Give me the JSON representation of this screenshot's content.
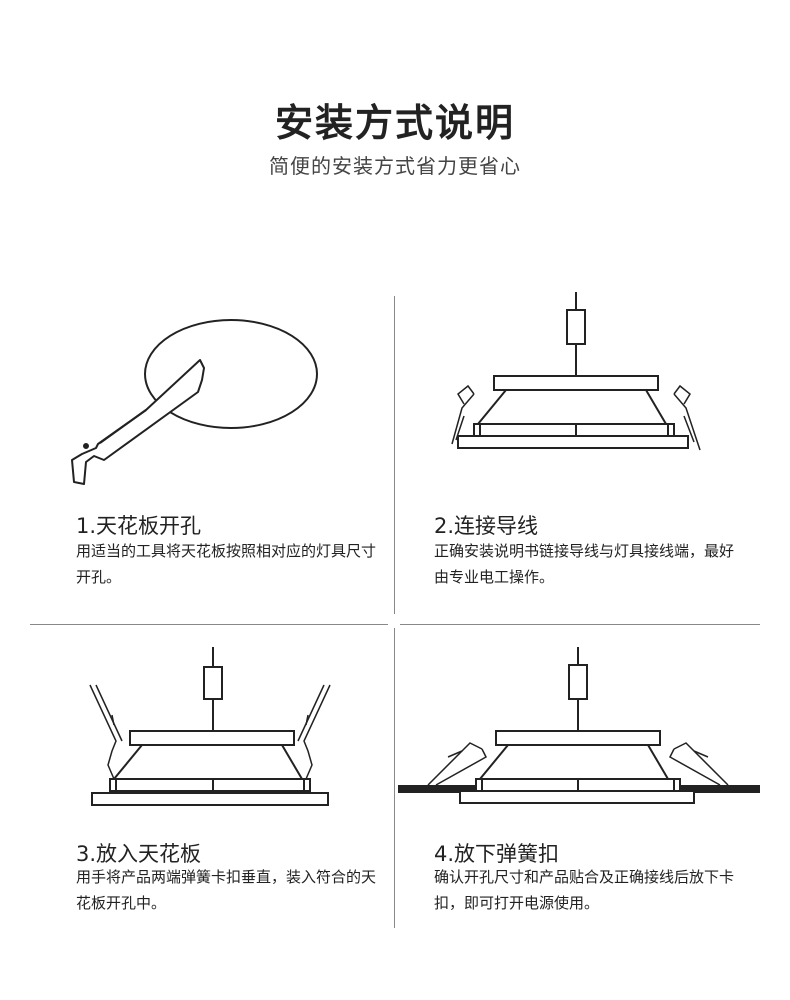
{
  "header": {
    "title": "安装方式说明",
    "subtitle": "简便的安装方式省力更省心"
  },
  "steps": [
    {
      "title": "1.天花板开孔",
      "desc": "用适当的工具将天花板按照相对应的灯具尺寸开孔。"
    },
    {
      "title": "2.连接导线",
      "desc": "正确安装说明书链接导线与灯具接线端，最好由专业电工操作。"
    },
    {
      "title": "3.放入天花板",
      "desc": "用手将产品两端弹簧卡扣垂直，装入符合的天花板开孔中。"
    },
    {
      "title": "4.放下弹簧扣",
      "desc": "确认开孔尺寸和产品贴合及正确接线后放下卡扣，即可打开电源使用。"
    }
  ]
}
